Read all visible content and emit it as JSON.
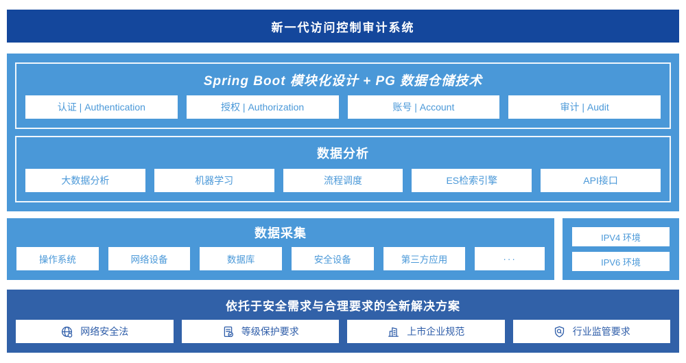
{
  "banner": {
    "title": "新一代访问控制审计系统"
  },
  "platform": {
    "title": "Spring Boot 模块化设计 + PG 数据仓储技术",
    "modules": [
      {
        "label": "认证 | Authentication"
      },
      {
        "label": "授权 | Authorization"
      },
      {
        "label": "账号 | Account"
      },
      {
        "label": "审计 | Audit"
      }
    ]
  },
  "analysis": {
    "title": "数据分析",
    "modules": [
      {
        "label": "大数据分析"
      },
      {
        "label": "机器学习"
      },
      {
        "label": "流程调度"
      },
      {
        "label": "ES检索引擎"
      },
      {
        "label": "API接口"
      }
    ]
  },
  "collection": {
    "title": "数据采集",
    "modules": [
      {
        "label": "操作系统"
      },
      {
        "label": "网络设备"
      },
      {
        "label": "数据库"
      },
      {
        "label": "安全设备"
      },
      {
        "label": "第三方应用"
      },
      {
        "label": "···"
      }
    ]
  },
  "environments": {
    "items": [
      {
        "label": "IPV4 环境"
      },
      {
        "label": "IPV6 环境"
      }
    ]
  },
  "solution": {
    "title": "依托于安全需求与合理要求的全新解决方案",
    "items": [
      {
        "label": "网络安全法",
        "icon": "globe-icon"
      },
      {
        "label": "等级保护要求",
        "icon": "document-check-icon"
      },
      {
        "label": "上市企业规范",
        "icon": "building-icon"
      },
      {
        "label": "行业监管要求",
        "icon": "shield-search-icon"
      }
    ]
  },
  "colors": {
    "navy": "#14479C",
    "light_blue": "#4A98D8",
    "medium_blue": "#3161A8",
    "box_text_light": "#4A98D8",
    "box_text_dark": "#2D5CA8",
    "box_background": "#FFFFFF"
  }
}
